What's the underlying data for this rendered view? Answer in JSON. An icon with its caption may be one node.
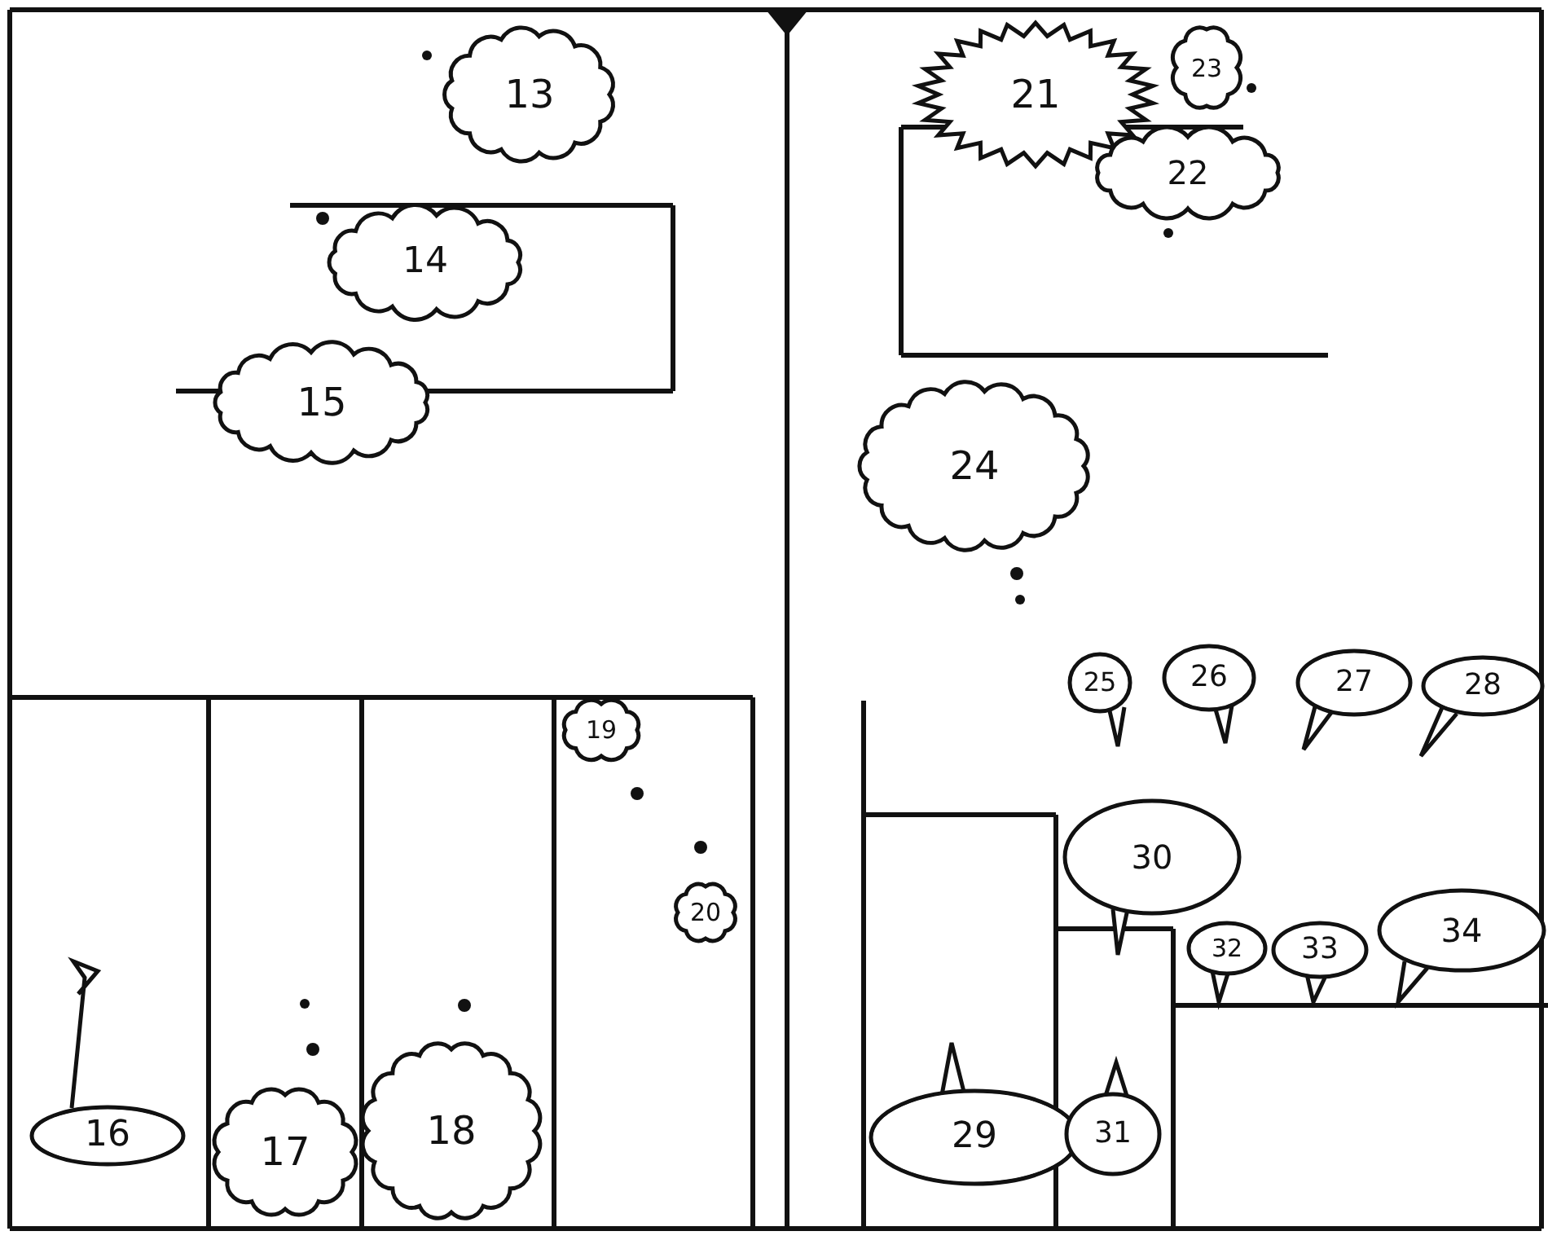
{
  "diagram": {
    "nodes": [
      {
        "text": [
          "13"
        ]
      },
      {
        "text": [
          "14"
        ]
      },
      {
        "text": [
          "15"
        ]
      },
      {
        "text": [
          "16"
        ]
      },
      {
        "text": [
          "17"
        ]
      },
      {
        "text": [
          "18"
        ]
      },
      {
        "text": [
          "19"
        ]
      },
      {
        "text": [
          "20"
        ]
      },
      {
        "text": [
          "21"
        ]
      },
      {
        "text": [
          "23"
        ]
      },
      {
        "text": [
          "22"
        ]
      },
      {
        "text": [
          "24"
        ]
      },
      {
        "text": [
          "25"
        ]
      },
      {
        "text": [
          "26"
        ]
      },
      {
        "text": [
          "27"
        ]
      },
      {
        "text": [
          "28"
        ]
      },
      {
        "text": [
          "30"
        ]
      },
      {
        "text": [
          "32"
        ]
      },
      {
        "text": [
          "33"
        ]
      },
      {
        "text": [
          "34"
        ]
      },
      {
        "text": [
          "29"
        ]
      },
      {
        "text": [
          "31"
        ]
      }
    ]
  }
}
